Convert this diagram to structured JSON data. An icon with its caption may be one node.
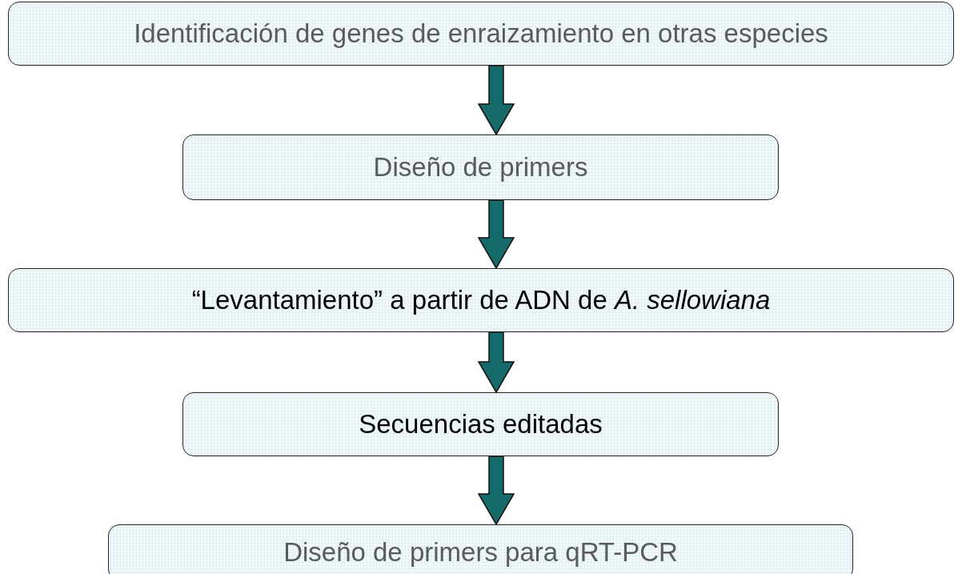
{
  "diagram": {
    "nodes": [
      {
        "text": [
          "Identificación de genes de enraizamiento en otras especies"
        ]
      },
      {
        "text": [
          "Diseño de primers"
        ]
      },
      {
        "text": [
          "“Levantamiento” a partir de ADN de *A. sellowiana*"
        ]
      },
      {
        "text": [
          "Secuencias editadas"
        ]
      },
      {
        "text": [
          "Diseño de primers para qRT-PCR"
        ]
      }
    ],
    "edges": [
      {
        "from": 0,
        "to": 1,
        "arrow": "to"
      },
      {
        "from": 1,
        "to": 2,
        "arrow": "to"
      },
      {
        "from": 2,
        "to": 3,
        "arrow": "to"
      },
      {
        "from": 3,
        "to": 4,
        "arrow": "to"
      }
    ]
  }
}
